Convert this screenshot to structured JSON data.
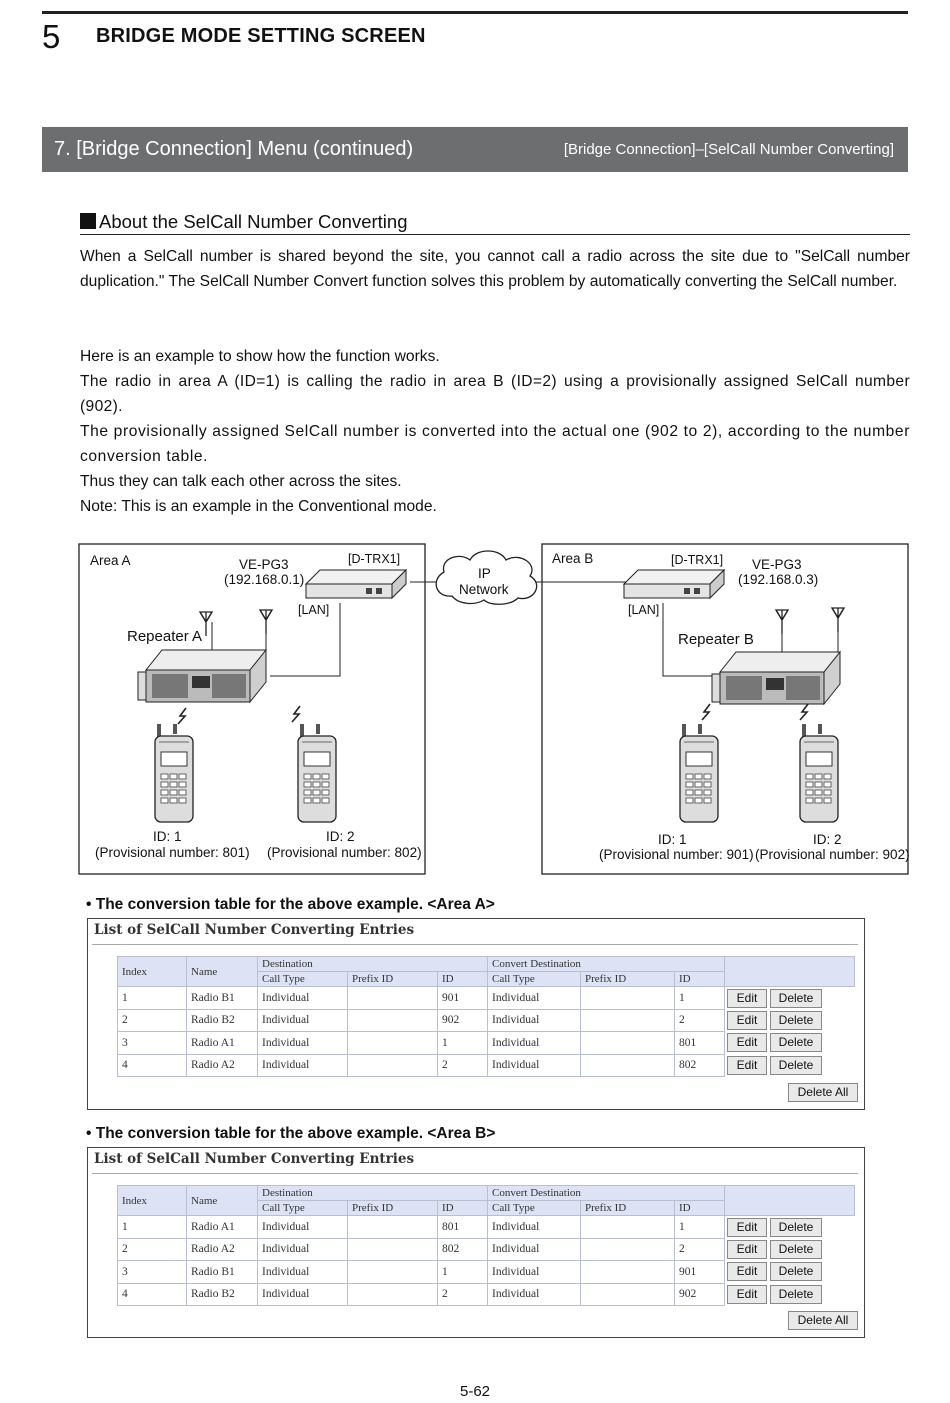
{
  "header": {
    "chapter_number": "5",
    "chapter_title": "BRIDGE MODE SETTING SCREEN"
  },
  "banner": {
    "title": "7. [Bridge Connection] Menu (continued)",
    "path": "[Bridge Connection]–[SelCall Number Converting]"
  },
  "section": {
    "heading": "About the SelCall Number Converting"
  },
  "paragraph1": "When a SelCall number is shared beyond the site, you cannot call a radio across the site due to  \"SelCall number duplication.\" The SelCall Number Convert function solves this problem by automatically converting the SelCall number.",
  "paragraph2": [
    "Here is an example to show how the function works.",
    "The radio in area A (ID=1) is calling the radio in area B (ID=2) using a provisionally assigned SelCall number (902).",
    "The provisionally assigned SelCall number is converted into the actual one (902 to 2), according to the number conversion table.",
    "Thus they can talk each other across the sites.",
    "Note: This is an example in the Conventional mode."
  ],
  "diagram": {
    "area_a": {
      "label": "Area A",
      "gateway": "VE-PG3",
      "gateway_ip": "(192.168.0.1)",
      "trx": "[D-TRX1]",
      "lan": "[LAN]",
      "repeater": "Repeater A",
      "radio1": {
        "id": "ID: 1",
        "prov": "(Provisional number: 801)"
      },
      "radio2": {
        "id": "ID: 2",
        "prov": "(Provisional number: 802)"
      }
    },
    "network": {
      "line1": "IP",
      "line2": "Network"
    },
    "area_b": {
      "label": "Area B",
      "gateway": "VE-PG3",
      "gateway_ip": "(192.168.0.3)",
      "trx": "[D-TRX1]",
      "lan": "[LAN]",
      "repeater": "Repeater B",
      "radio1": {
        "id": "ID: 1",
        "prov": "(Provisional number: 901)"
      },
      "radio2": {
        "id": "ID: 2",
        "prov": "(Provisional number: 902)"
      }
    }
  },
  "table_headers": {
    "title": "List of SelCall Number Converting Entries",
    "index": "Index",
    "name": "Name",
    "destination": "Destination",
    "convert_destination": "Convert Destination",
    "call_type": "Call Type",
    "prefix_id": "Prefix ID",
    "id": "ID",
    "edit": "Edit",
    "delete": "Delete",
    "delete_all": "Delete All"
  },
  "table_a": {
    "caption": "• The conversion table for the above example. <Area A>",
    "rows": [
      [
        "1",
        "Radio  B1",
        "Individual",
        "",
        "901",
        "Individual",
        "",
        "1"
      ],
      [
        "2",
        "Radio  B2",
        "Individual",
        "",
        "902",
        "Individual",
        "",
        "2"
      ],
      [
        "3",
        "Radio  A1",
        "Individual",
        "",
        "1",
        "Individual",
        "",
        "801"
      ],
      [
        "4",
        "Radio  A2",
        "Individual",
        "",
        "2",
        "Individual",
        "",
        "802"
      ]
    ]
  },
  "table_b": {
    "caption": "• The conversion table for the above example. <Area B>",
    "rows": [
      [
        "1",
        "Radio  A1",
        "Individual",
        "",
        "801",
        "Individual",
        "",
        "1"
      ],
      [
        "2",
        "Radio  A2",
        "Individual",
        "",
        "802",
        "Individual",
        "",
        "2"
      ],
      [
        "3",
        "Radio  B1",
        "Individual",
        "",
        "1",
        "Individual",
        "",
        "901"
      ],
      [
        "4",
        "Radio  B2",
        "Individual",
        "",
        "2",
        "Individual",
        "",
        "902"
      ]
    ]
  },
  "page_number": "5-62"
}
